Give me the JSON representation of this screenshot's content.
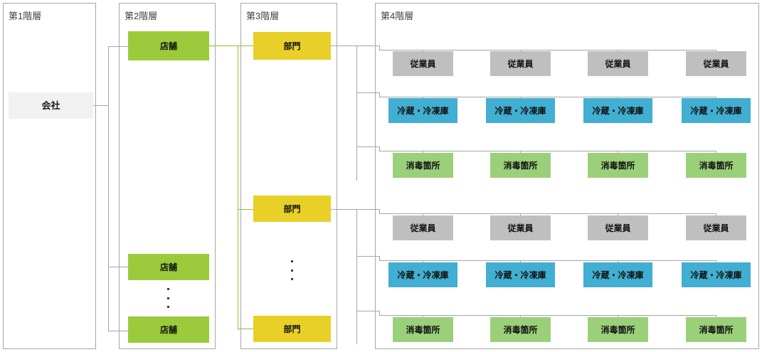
{
  "diagram": {
    "title_columns": [
      {
        "id": "level1",
        "label": "第1階層"
      },
      {
        "id": "level2",
        "label": "第2階層"
      },
      {
        "id": "level3",
        "label": "第3階層"
      },
      {
        "id": "level4",
        "label": "第4階層"
      }
    ],
    "labels": {
      "company": "会社",
      "store": "店舗",
      "department": "部門",
      "employee": "従業員",
      "fridge": "冷蔵・冷凍庫",
      "sanitize": "消毒箇所"
    },
    "colors": {
      "company_bg": "#F1F1F1",
      "store_bg": "#9BCA3C",
      "department_bg": "#E8D028",
      "employee_bg": "#BFBFBF",
      "fridge_bg": "#41AED2",
      "sanitize_bg": "#9BD07A",
      "panel_border": "#A6A6A6",
      "connector_gray": "#A6A6A6",
      "connector_green": "#9BBB30"
    },
    "level1": {
      "nodes": [
        {
          "label": "会社"
        }
      ]
    },
    "level2": {
      "nodes": [
        {
          "label": "店舗"
        },
        {
          "label": "店舗"
        },
        {
          "label": "店舗"
        }
      ],
      "ellipsis": "⋮"
    },
    "level3": {
      "nodes": [
        {
          "label": "部門"
        },
        {
          "label": "部門"
        },
        {
          "label": "部門"
        }
      ],
      "ellipsis": "⋮"
    },
    "level4": {
      "groups": [
        {
          "rows": [
            {
              "type": "employee",
              "cells": [
                "従業員",
                "従業員",
                "従業員",
                "従業員"
              ]
            },
            {
              "type": "fridge",
              "cells": [
                "冷蔵・冷凍庫",
                "冷蔵・冷凍庫",
                "冷蔵・冷凍庫",
                "冷蔵・冷凍庫"
              ]
            },
            {
              "type": "sanitize",
              "cells": [
                "消毒箇所",
                "消毒箇所",
                "消毒箇所",
                "消毒箇所"
              ]
            }
          ]
        },
        {
          "rows": [
            {
              "type": "employee",
              "cells": [
                "従業員",
                "従業員",
                "従業員",
                "従業員"
              ]
            },
            {
              "type": "fridge",
              "cells": [
                "冷蔵・冷凍庫",
                "冷蔵・冷凍庫",
                "冷蔵・冷凍庫",
                "冷蔵・冷凍庫"
              ]
            },
            {
              "type": "sanitize",
              "cells": [
                "消毒箇所",
                "消毒箇所",
                "消毒箇所",
                "消毒箇所"
              ]
            }
          ]
        }
      ]
    }
  }
}
